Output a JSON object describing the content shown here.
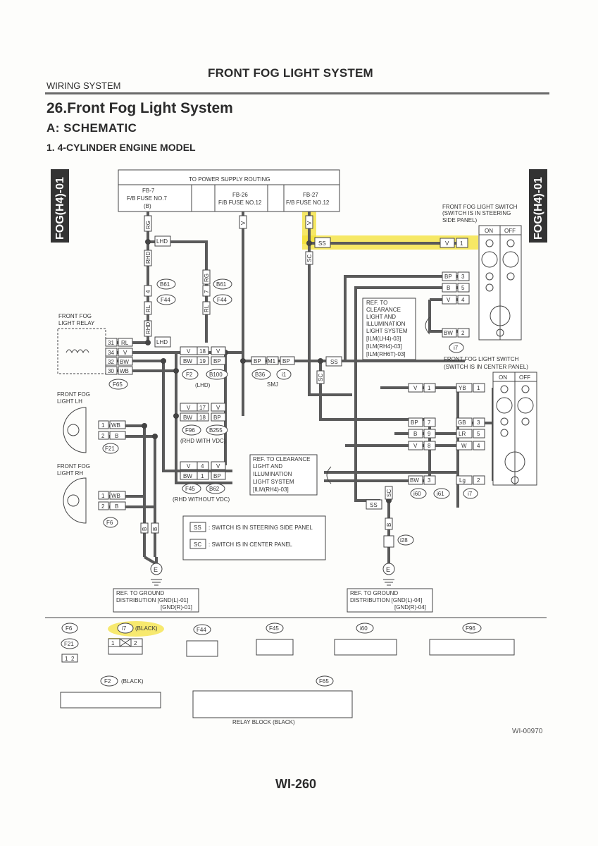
{
  "header": {
    "title": "FRONT FOG LIGHT SYSTEM",
    "section": "WIRING SYSTEM"
  },
  "headings": {
    "section_title": "26.Front Fog Light System",
    "sub_a": "A:  SCHEMATIC",
    "sub_1": "1.  4-CYLINDER ENGINE MODEL"
  },
  "side_tags": {
    "left": "FOG(H4)-01",
    "right": "FOG(H4)-01"
  },
  "power": {
    "title": "TO POWER SUPPLY ROUTING",
    "fuse_a": {
      "line1": "FB-7",
      "line2": "F/B FUSE NO.7",
      "line3": "(B)"
    },
    "fuse_b": {
      "line1": "FB-26",
      "line2": "F/B FUSE NO.12"
    },
    "fuse_c": {
      "line1": "FB-27",
      "line2": "F/B FUSE NO.12"
    }
  },
  "highlight_color": "#f3e033",
  "wire_color": "#5a5a5a",
  "labels": {
    "rg": "RG",
    "v": "V",
    "lhd": "LHD",
    "rhd": "RHD",
    "ss": "SS",
    "sc": "SC",
    "b61": "B61",
    "f44": "F44",
    "rl": "RL",
    "bw": "BW",
    "wb": "WB",
    "b": "B",
    "bp": "BP",
    "yb": "YB",
    "gb": "GB",
    "lr": "LR",
    "w": "W",
    "lg": "Lg",
    "f2": "F2",
    "b100": "B100",
    "lhd_paren": "(LHD)",
    "f96": "F96",
    "b255": "B255",
    "rhd_vdc": "(RHD WITH VDC)",
    "f45": "F45",
    "b62": "B62",
    "rhd_novdc": "(RHD WITHOUT VDC)",
    "m1": "M1",
    "b36": "B36",
    "i1": "i1",
    "smj": "SMJ",
    "f65": "F65",
    "f21": "F21",
    "f6": "F6",
    "i7": "i7",
    "i60": "i60",
    "i61": "i61",
    "i28": "i28",
    "e": "E",
    "on": "ON",
    "off": "OFF"
  },
  "pins": {
    "p1": "1",
    "p2": "2",
    "p3": "3",
    "p4": "4",
    "p5": "5",
    "p7": "7",
    "p8": "8",
    "p9": "9",
    "p17": "17",
    "p18": "18",
    "p19": "19",
    "p30": "30",
    "p31": "31",
    "p32": "32",
    "p34": "34"
  },
  "relay": {
    "line1": "FRONT FOG",
    "line2": "LIGHT RELAY"
  },
  "light_lh": {
    "line1": "FRONT FOG",
    "line2": "LIGHT LH"
  },
  "light_rh": {
    "line1": "FRONT FOG",
    "line2": "LIGHT RH"
  },
  "switch_steering": {
    "line1": "FRONT FOG LIGHT SWITCH",
    "line2": "(SWITCH IS IN STEERING",
    "line3": "SIDE PANEL)"
  },
  "switch_center": {
    "line1": "FRONT FOG LIGHT SWITCH",
    "line2": "(SWITCH IS IN CENTER PANEL)"
  },
  "ref_ilm_upper": {
    "l1": "REF. TO",
    "l2": "CLEARANCE",
    "l3": "LIGHT AND",
    "l4": "ILLUMINATION",
    "l5": "LIGHT SYSTEM",
    "l6": "[ILM(LH4)-03]",
    "l7": "[ILM(RH4)-03]",
    "l8": "[ILM(RH6T)-03]"
  },
  "ref_ilm_lower": {
    "l1": "REF. TO CLEARANCE",
    "l2": "LIGHT AND",
    "l3": "ILLUMINATION",
    "l4": "LIGHT SYSTEM",
    "l5": "[ILM(RH4)-03]"
  },
  "legend": {
    "ss_text": ": SWITCH IS IN STEERING SIDE PANEL",
    "sc_text": ": SWITCH IS IN CENTER PANEL"
  },
  "gnd_left": {
    "l1": "REF. TO GROUND",
    "l2": "DISTRIBUTION [GND(L)-01]",
    "l3": "[GND(R)-01]"
  },
  "gnd_right": {
    "l1": "REF. TO GROUND",
    "l2": "DISTRIBUTION [GND(L)-04]",
    "l3": "[GND(R)-04]"
  },
  "connectors": {
    "i7_tag": "(BLACK)",
    "f2_tag": "(BLACK)",
    "relay_block": "RELAY BLOCK (BLACK)",
    "f6": "F6",
    "f21": "F21",
    "i7": "i7",
    "f44": "F44",
    "f45": "F45",
    "i60": "i60",
    "f96": "F96",
    "f2": "F2",
    "f65": "F65"
  },
  "footer": {
    "code": "WI-00970",
    "page": "WI-260"
  }
}
